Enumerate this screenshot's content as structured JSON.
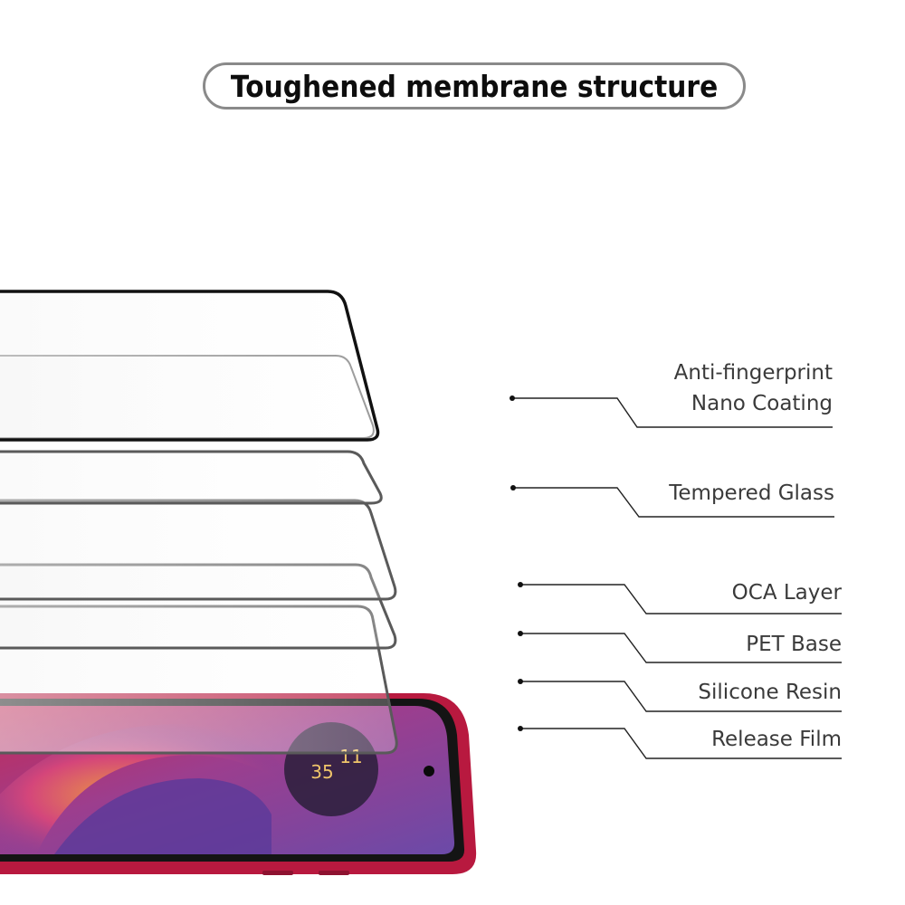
{
  "title": "Toughened membrane structure",
  "layers": [
    {
      "label_lines": [
        "Anti-fingerprint",
        "Nano Coating"
      ]
    },
    {
      "label_lines": [
        "Tempered Glass"
      ]
    },
    {
      "label_lines": [
        "OCA Layer"
      ]
    },
    {
      "label_lines": [
        "PET Base"
      ]
    },
    {
      "label_lines": [
        "Silicone Resin"
      ]
    },
    {
      "label_lines": [
        "Release Film"
      ]
    }
  ],
  "phone_screen": {
    "clock_hour": "11",
    "clock_minute": "35"
  },
  "colors": {
    "phone_body": "#b8193f",
    "wallpaper": "#7a3f9a",
    "leader_line": "#222222",
    "frame_border": "#111111"
  }
}
